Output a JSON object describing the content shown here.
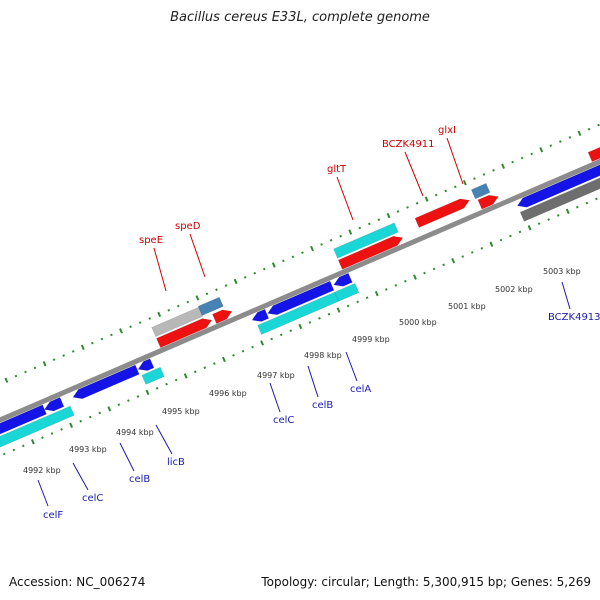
{
  "title": "Bacillus cereus E33L, complete genome",
  "accession": "Accession: NC_006274",
  "topology": "Topology: circular; Length: 5,300,915 bp; Genes: 5,269",
  "colors": {
    "backbone": "#8c8c8c",
    "tick_track": "#2e8b2e",
    "red_gene": "#ee1111",
    "blue_gene": "#1414e6",
    "cyan_gene": "#1ad6d6",
    "steel_gene": "#4682b4",
    "gray_gene": "#b8b8b8",
    "dark_gene": "#6e6e6e",
    "label_red": "#cc0000",
    "label_blue": "#1a1ab0"
  },
  "kbp_labels": [
    "4992 kbp",
    "4993 kbp",
    "4994 kbp",
    "4995 kbp",
    "4996 kbp",
    "4997 kbp",
    "4998 kbp",
    "4999 kbp",
    "5000 kbp",
    "5001 kbp",
    "5002 kbp",
    "5003 kbp"
  ],
  "upper_gene_labels": [
    "speE",
    "speD",
    "gltT",
    "BCZK4911",
    "glxI"
  ],
  "lower_gene_labels": [
    "celF",
    "celC",
    "celB",
    "licB",
    "celC",
    "celB",
    "celA",
    "BCZK4913"
  ]
}
